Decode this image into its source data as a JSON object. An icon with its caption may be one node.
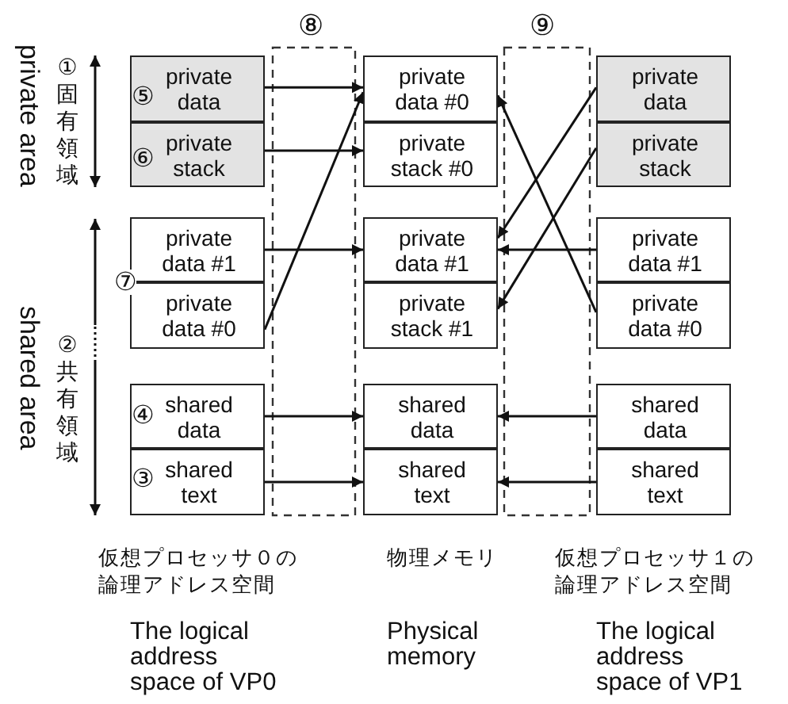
{
  "diagram": {
    "nodes": [
      {
        "text": [
          "private data"
        ]
      },
      {
        "text": [
          "private stack"
        ]
      },
      {
        "text": [
          "private data #1"
        ]
      },
      {
        "text": [
          "private data #0"
        ]
      },
      {
        "text": [
          "shared data"
        ]
      },
      {
        "text": [
          "shared text"
        ]
      },
      {
        "text": [
          "private data #0"
        ]
      },
      {
        "text": [
          "private stack #0"
        ]
      },
      {
        "text": [
          "private data #1"
        ]
      },
      {
        "text": [
          "private stack #1"
        ]
      },
      {
        "text": [
          "shared data"
        ]
      },
      {
        "text": [
          "shared text"
        ]
      },
      {
        "text": [
          "private data"
        ]
      },
      {
        "text": [
          "private stack"
        ]
      },
      {
        "text": [
          "private data #1"
        ]
      },
      {
        "text": [
          "private data #0"
        ]
      },
      {
        "text": [
          "shared data"
        ]
      },
      {
        "text": [
          "shared text"
        ]
      }
    ],
    "edges": [
      {
        "from": 0,
        "to": 6,
        "arrow": "to"
      },
      {
        "from": 1,
        "to": 7,
        "arrow": "to"
      },
      {
        "from": 2,
        "to": 8,
        "arrow": "to"
      },
      {
        "from": 3,
        "to": 6,
        "arrow": "to"
      },
      {
        "from": 4,
        "to": 10,
        "arrow": "to"
      },
      {
        "from": 5,
        "to": 11,
        "arrow": "to"
      },
      {
        "from": 12,
        "to": 8,
        "arrow": "to"
      },
      {
        "from": 13,
        "to": 9,
        "arrow": "to"
      },
      {
        "from": 14,
        "to": 8,
        "arrow": "to"
      },
      {
        "from": 15,
        "to": 6,
        "arrow": "to"
      },
      {
        "from": 16,
        "to": 10,
        "arrow": "to"
      },
      {
        "from": 17,
        "to": 11,
        "arrow": "to"
      }
    ],
    "labels": [
      "⑧",
      "⑨",
      "private area",
      "①固有領域",
      "⑤",
      "⑥",
      "shared area",
      "②共有領域",
      "⑦",
      "④",
      "③",
      "仮想プロセッサ０の論理アドレス空間",
      "物理メモリ",
      "仮想プロセッサ１の論理アドレス空間",
      "The logical address space of VP0",
      "Physical memory",
      "The logical address space of VP1"
    ]
  }
}
